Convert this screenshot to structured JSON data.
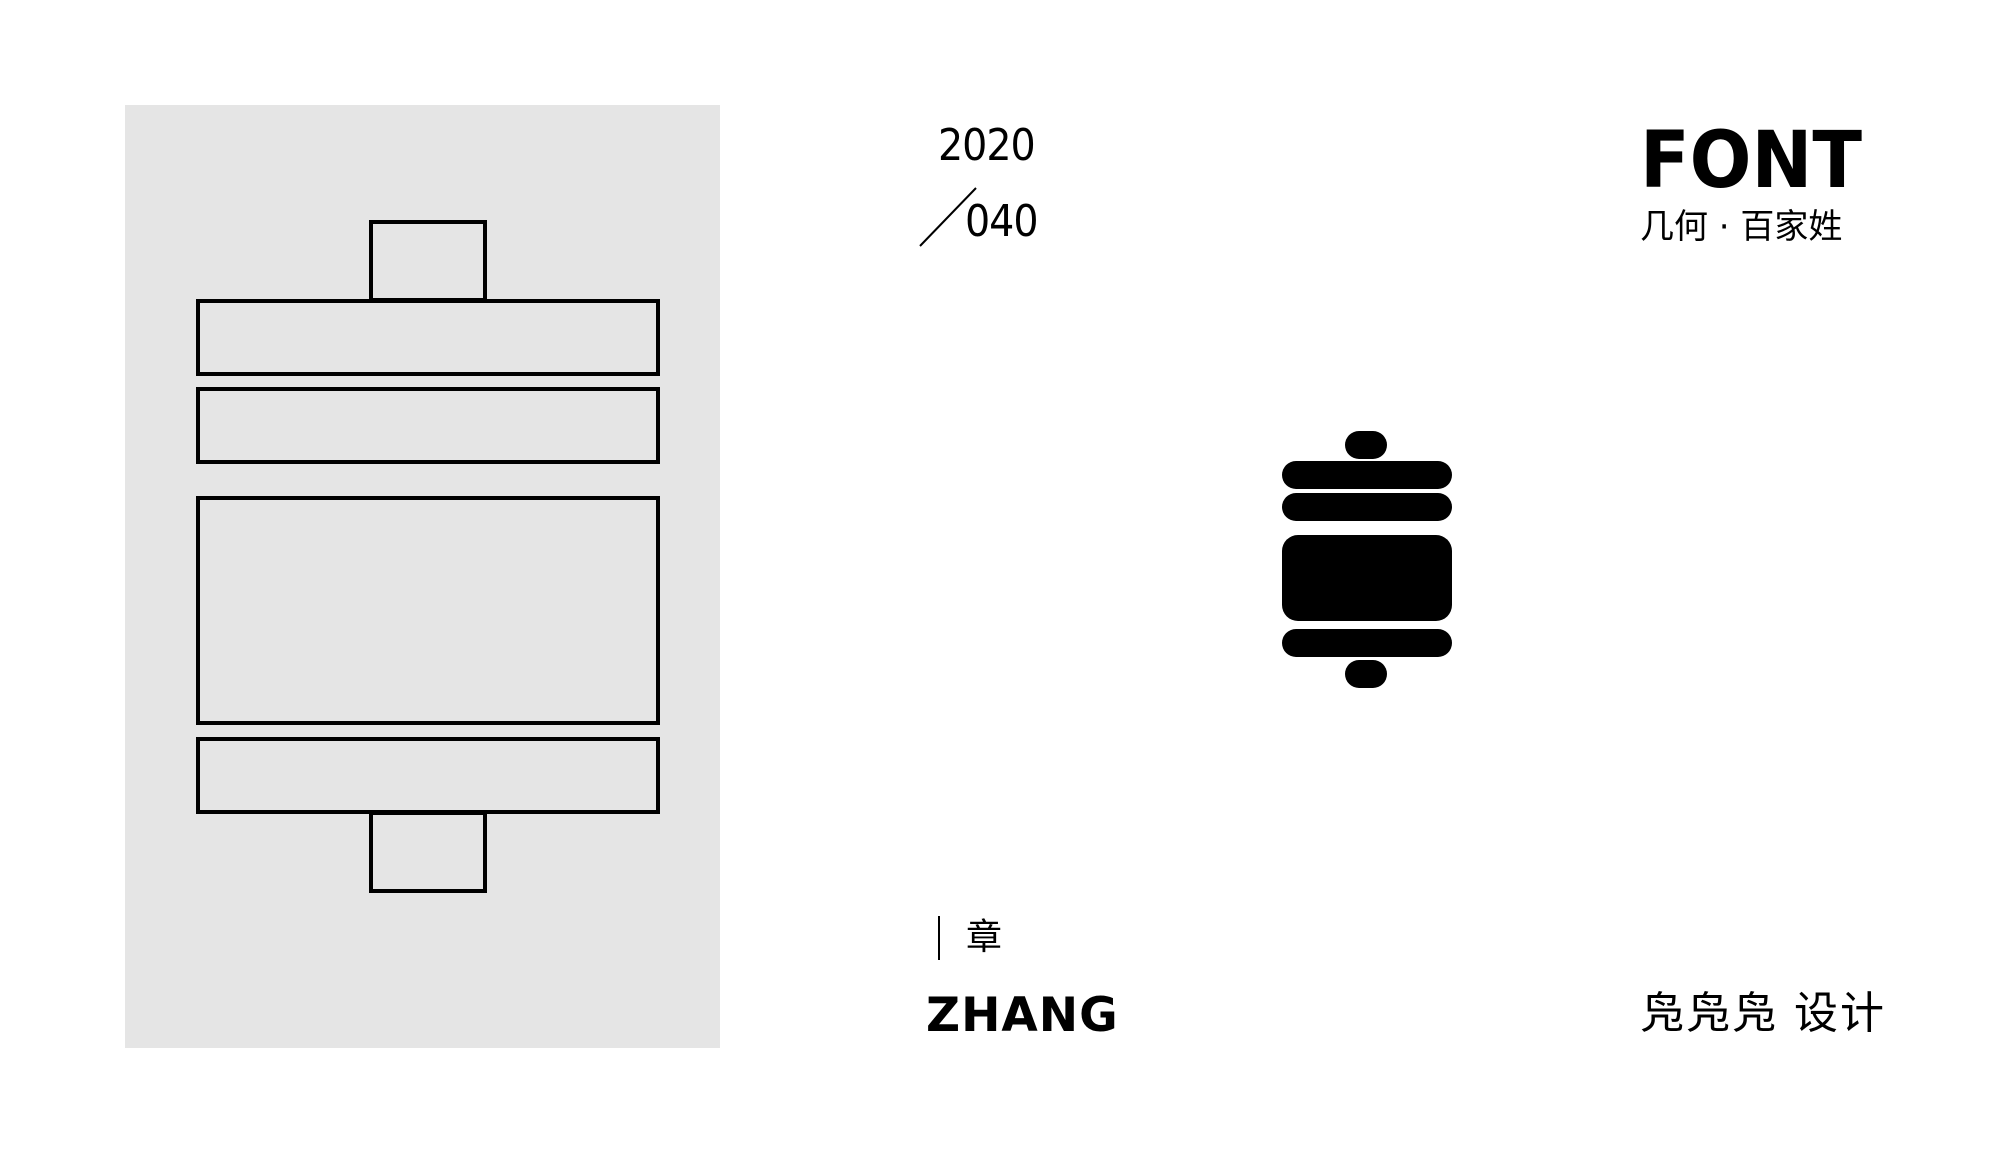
{
  "poster": {
    "year": "2020",
    "issue": "040",
    "logo_word": "FONT",
    "logo_subtitle": "几何 · 百家姓",
    "surname_char": "章",
    "surname_pinyin": "ZHANG",
    "studio_name": "凫凫凫 设计"
  },
  "colors": {
    "panel_bg": "#e5e5e5",
    "ink": "#000000",
    "page_bg": "#ffffff"
  },
  "icons": {
    "outline_glyph": "zhang-outline-glyph",
    "solid_glyph": "zhang-solid-glyph",
    "slash": "slash-divider"
  }
}
